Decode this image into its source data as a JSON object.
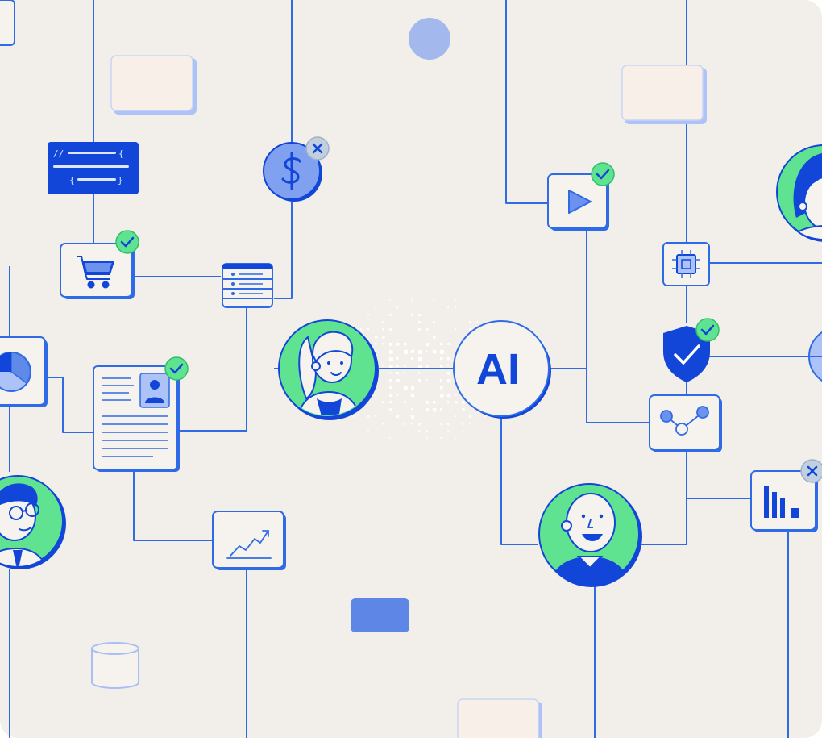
{
  "canvas": {
    "background": "#f2efea"
  },
  "palette": {
    "line": "#2f6be6",
    "dark_blue": "#1146d9",
    "mid_blue": "#6d92ee",
    "light_blue": "#adc3f7",
    "green": "#5fe391",
    "dark_green": "#2fbf67",
    "card": "#f6f3ee",
    "white": "#ffffff"
  },
  "hub": {
    "label": "AI"
  },
  "code_card": {
    "line1": "//",
    "line1_end": "{",
    "line2": "{",
    "line2_end": "}"
  },
  "icons": [
    "shopping-cart-icon",
    "database-icon",
    "dollar-coin-icon",
    "resume-document-icon",
    "pie-chart-icon",
    "line-chart-icon",
    "play-video-icon",
    "cpu-chip-icon",
    "shield-check-icon",
    "network-nodes-icon",
    "bar-chart-icon",
    "globe-icon",
    "check-badge-icon",
    "close-badge-icon"
  ],
  "people": [
    "woman-avatar",
    "man-glasses-avatar",
    "bald-man-avatar",
    "curly-hair-avatar"
  ]
}
